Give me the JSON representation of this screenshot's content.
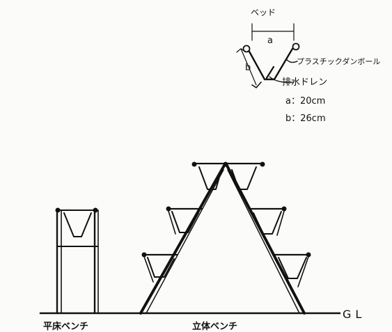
{
  "detail": {
    "bed_label": "ベッド",
    "dim_a_label": "a",
    "dim_b_label": "b",
    "plastic_label": "プラスチックダンボール",
    "drain_label": "排水ドレン",
    "spec_a": "a：20cm",
    "spec_b": "b：26cm"
  },
  "ground": {
    "label": "GL"
  },
  "benches": {
    "flat_label": "平床ベンチ",
    "stacked_label": "立体ベンチ"
  }
}
